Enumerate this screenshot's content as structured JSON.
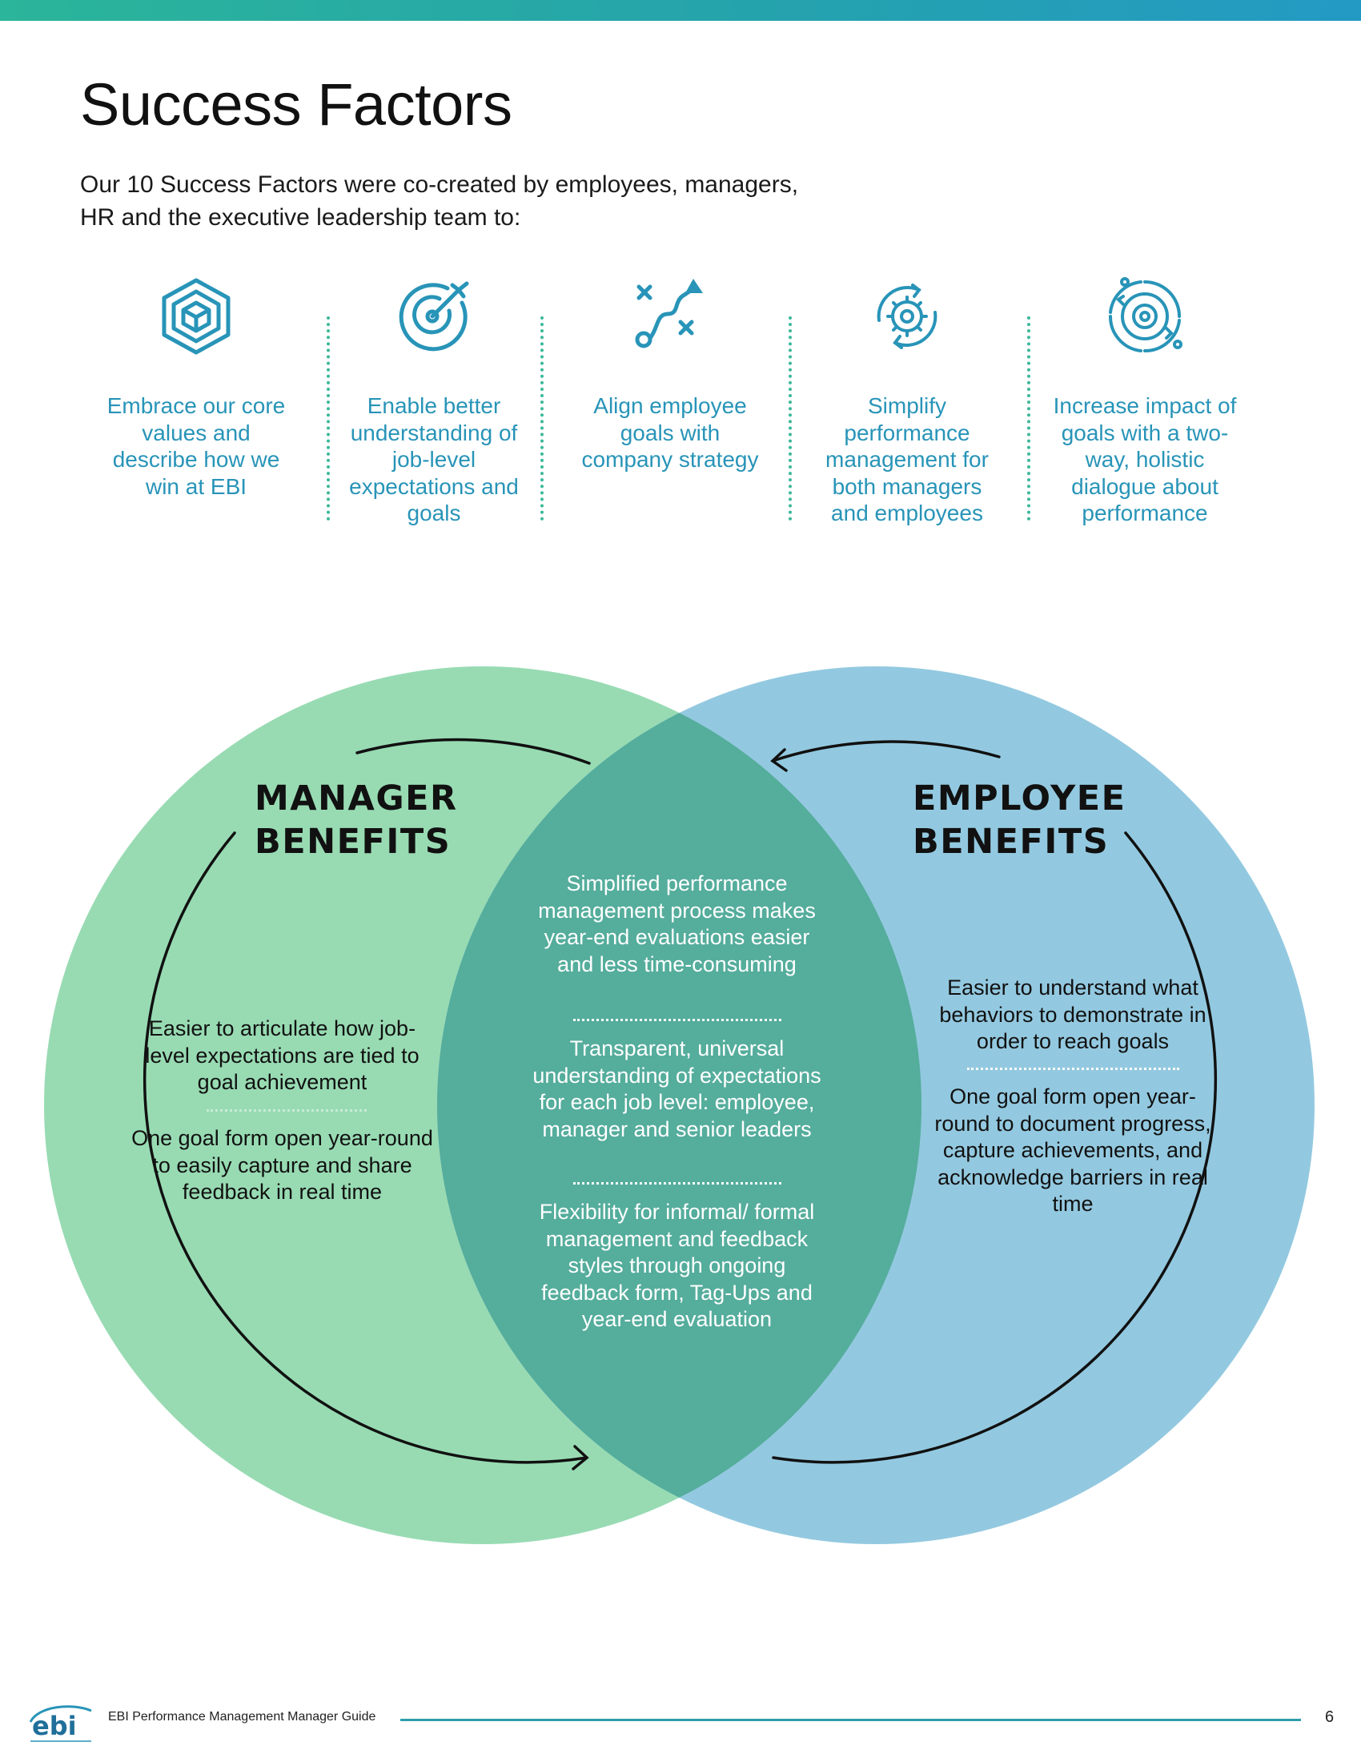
{
  "page": {
    "title": "Success Factors",
    "intro": "Our 10 Success Factors were co-created by employees, managers, HR and the executive leadership team to:"
  },
  "factors": [
    {
      "icon": "cube-hexagon-icon",
      "text": "Embrace our core values and describe how we win at EBI"
    },
    {
      "icon": "target-icon",
      "text": "Enable better understanding of job-level expectations and goals"
    },
    {
      "icon": "strategy-path-icon",
      "text": "Align employee goals with company strategy"
    },
    {
      "icon": "gear-cycle-icon",
      "text": "Simplify performance management for both managers and employees"
    },
    {
      "icon": "gear-network-icon",
      "text": "Increase impact of goals with a two-way, holistic dialogue about performance"
    }
  ],
  "venn": {
    "manager": {
      "title": "MANAGER\nBENEFITS",
      "items": [
        "Easier to articulate how job-level expectations are tied to goal achievement",
        "One goal form open year-round to easily capture and share feedback in real time"
      ]
    },
    "shared": {
      "items": [
        "Simplified performance management process makes year-end evaluations easier and less time-consuming",
        "Transparent, universal understanding of expectations for each job level: employee, manager and senior leaders",
        "Flexibility for informal/ formal management and feedback styles through ongoing feedback form, Tag-Ups and year-end evaluation"
      ]
    },
    "employee": {
      "title": "EMPLOYEE\nBENEFITS",
      "items": [
        "Easier to understand what behaviors to demonstrate in order to reach goals",
        "One goal form open year-round to document progress, capture achievements, and acknowledge barriers in real time"
      ]
    }
  },
  "footer": {
    "logo": "ebi",
    "guide_title": "EBI Performance Management Manager Guide",
    "page_number": "6"
  },
  "colors": {
    "accent_teal": "#2894b8",
    "manager_green": "#98dbb3",
    "employee_blue": "#93c9e0",
    "overlap_teal": "#55ad9c"
  }
}
